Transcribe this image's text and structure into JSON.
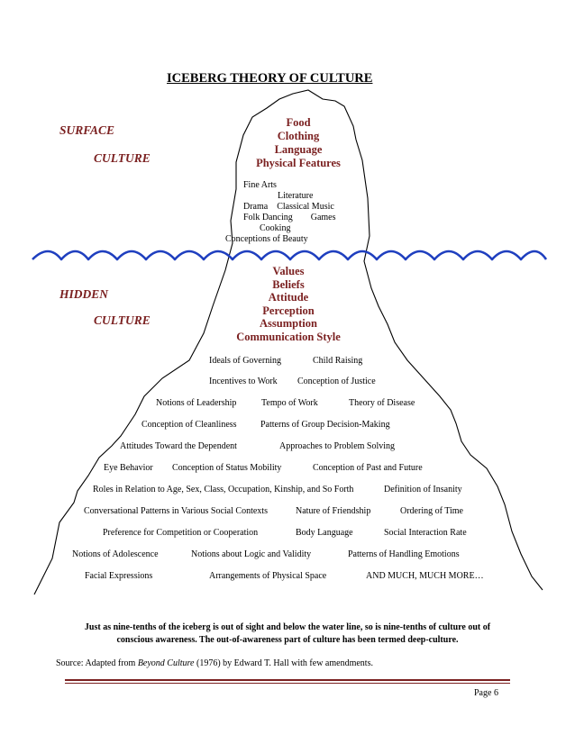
{
  "title": "ICEBERG THEORY OF CULTURE",
  "surface": {
    "label_1": "SURFACE",
    "label_2": "CULTURE",
    "major_items": [
      "Food",
      "Clothing",
      "Language",
      "Physical Features"
    ],
    "minor_lines": [
      "Fine Arts",
      "Literature",
      "Drama    Classical Music",
      "Folk Dancing        Games",
      "Cooking",
      "Conceptions of Beauty"
    ]
  },
  "hidden": {
    "label_1": "HIDDEN",
    "label_2": "CULTURE",
    "major_items": [
      "Values",
      "Beliefs",
      "Attitude",
      "Perception",
      "Assumption",
      "Communication Style"
    ],
    "items": [
      "Ideals of Governing",
      "Child Raising",
      "Incentives to Work",
      "Conception of Justice",
      "Notions of Leadership",
      "Tempo of Work",
      "Theory of Disease",
      "Conception of Cleanliness",
      "Patterns of Group Decision-Making",
      "Attitudes Toward the Dependent",
      "Approaches to Problem Solving",
      "Eye Behavior",
      "Conception of Status Mobility",
      "Conception of Past and Future",
      "Roles in Relation to Age, Sex, Class, Occupation, Kinship, and So Forth",
      "Definition of Insanity",
      "Conversational Patterns in Various Social Contexts",
      "Nature of Friendship",
      "Ordering of Time",
      "Preference for Competition or Cooperation",
      "Body Language",
      "Social Interaction Rate",
      "Notions of Adolescence",
      "Notions about Logic and Validity",
      "Patterns of Handling Emotions",
      "Facial Expressions",
      "Arrangements of Physical Space",
      "AND MUCH, MUCH MORE…"
    ]
  },
  "caption_1": "Just as nine-tenths of the iceberg is out of sight and below the water line, so is nine-tenths of culture out of",
  "caption_2": "conscious awareness.  The out-of-awareness part of culture has been termed deep-culture.",
  "source": {
    "prefix": "Source: Adapted from ",
    "book": "Beyond Culture",
    "suffix": " (1976) by Edward T. Hall with few amendments."
  },
  "page_number": "Page 6",
  "colors": {
    "accent": "#7b2121",
    "water": "#1f3fbf"
  }
}
